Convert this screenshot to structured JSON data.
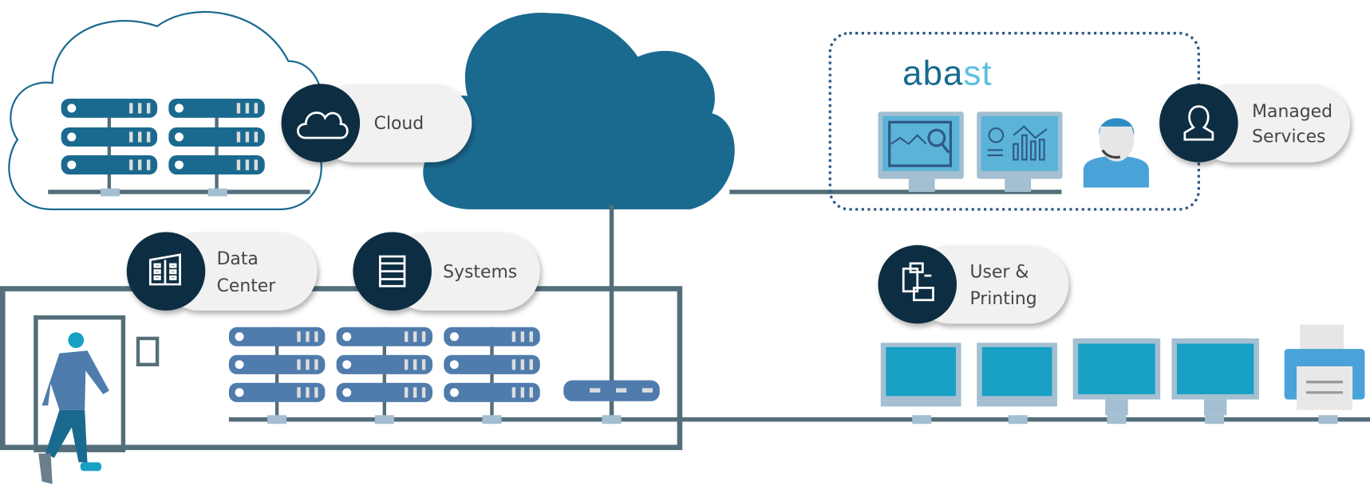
{
  "colors": {
    "cloud": "#1a6a90",
    "server_lower": "#4f7cac",
    "line": "#546e7a",
    "badge": "#112d42",
    "pill": "#f1f1f1",
    "screen": "#17a0c4",
    "logo_dark": "#1a6a90",
    "logo_light": "#5bc0e0"
  },
  "logo": {
    "part1": "aba",
    "part2": "st"
  },
  "pills": {
    "cloud": {
      "label": "Cloud",
      "icon": "cloud-icon"
    },
    "managed": {
      "line1": "Managed",
      "line2": "Services",
      "icon": "user-icon"
    },
    "datacenter": {
      "line1": "Data",
      "line2": "Center",
      "icon": "server-rack-icon"
    },
    "systems": {
      "label": "Systems",
      "icon": "server-list-icon"
    },
    "printing": {
      "line1": "User &",
      "line2": "Printing",
      "icon": "printer-documents-icon"
    }
  }
}
